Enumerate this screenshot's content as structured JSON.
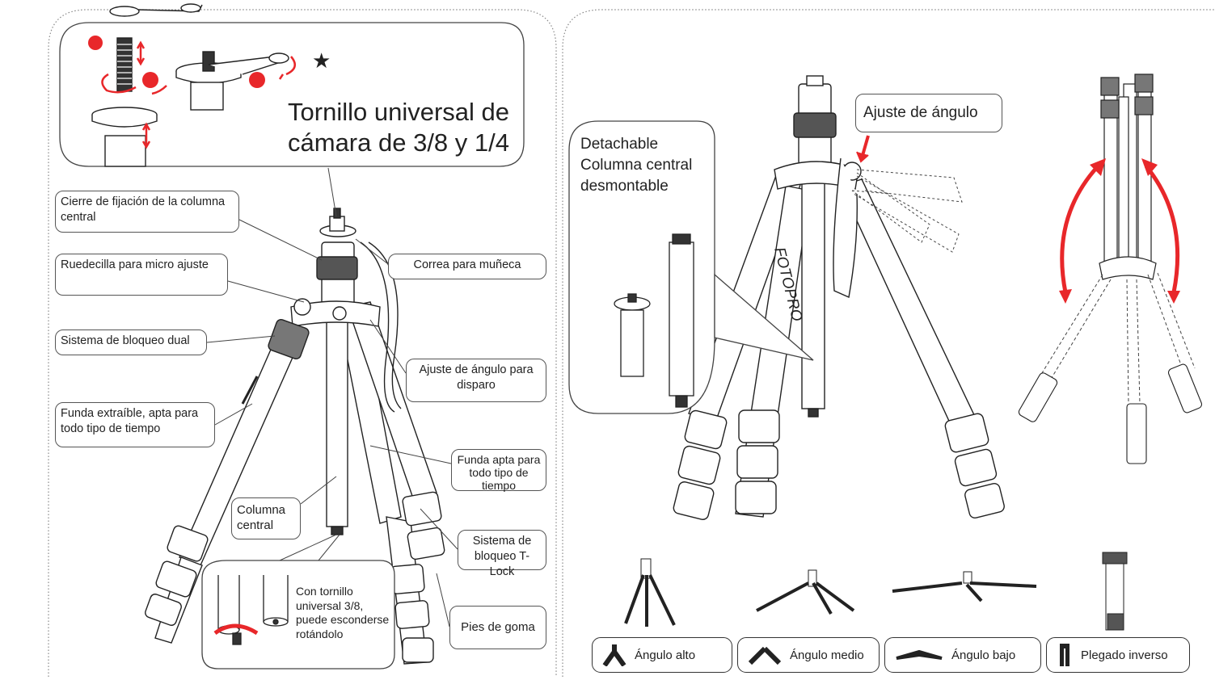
{
  "left_panel": {
    "screw_title": "Tornillo universal de cámara de 3/8 y 1/4",
    "labels": {
      "center_lock": "Cierre de fijación de la columna central",
      "micro_adjust": "Ruedecilla para micro ajuste",
      "dual_lock": "Sistema de bloqueo dual",
      "removable_cover": "Funda extraíble, apta para todo tipo de tiempo",
      "wrist_strap": "Correa para muñeca",
      "angle_adjust_shoot": "Ajuste de ángulo para disparo",
      "weather_cover": "Funda apta para todo tipo de tiempo",
      "center_column": "Columna central",
      "tlock": "Sistema de bloqueo T-Lock",
      "rubber_feet": "Pies de goma",
      "hidden_screw": "Con tornillo universal 3/8, puede esconderse rotándolo"
    },
    "star": "★"
  },
  "right_panel": {
    "angle_adjust": "Ajuste de ángulo",
    "detachable": "Detachable Columna central desmontable",
    "brand": "FOTOPRO",
    "modes": [
      "Ángulo alto",
      "Ángulo medio",
      "Ángulo bajo",
      "Plegado inverso"
    ]
  },
  "colors": {
    "accent": "#e8272a",
    "line": "#222222",
    "border": "#555555"
  }
}
